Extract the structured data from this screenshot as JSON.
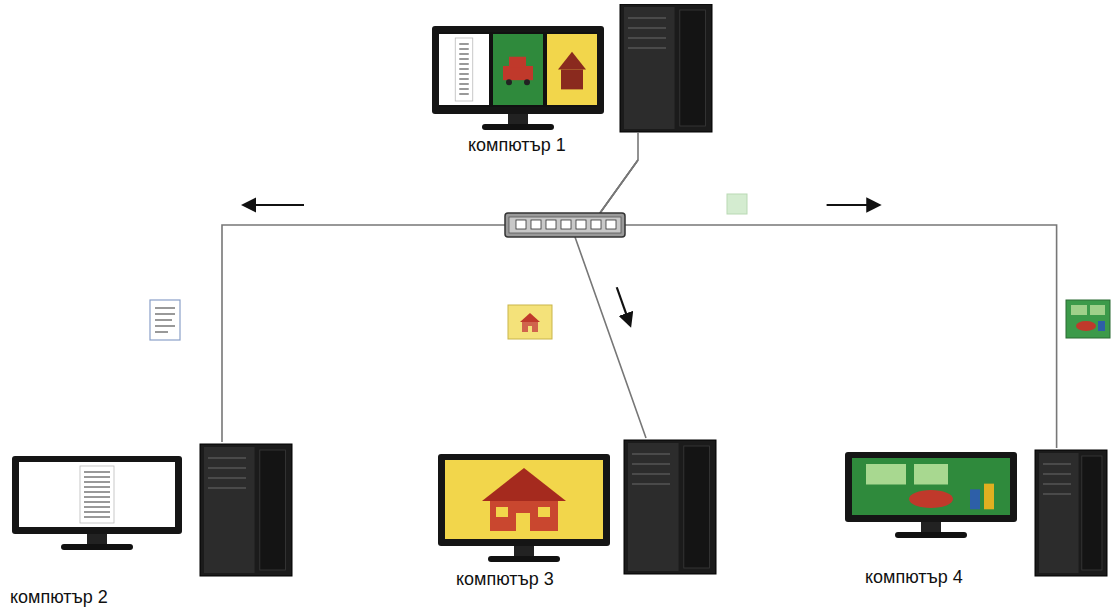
{
  "diagram": {
    "nodes": [
      {
        "text": [
          "компютър 1"
        ]
      },
      {
        "text": [
          "компютър 2"
        ]
      },
      {
        "text": [
          "компютър 3"
        ]
      },
      {
        "text": [
          "компютър 4"
        ]
      }
    ],
    "edges": [
      {
        "from": 0,
        "to": 1,
        "arrow": "to"
      },
      {
        "from": 0,
        "to": 2,
        "arrow": "to"
      },
      {
        "from": 0,
        "to": 3,
        "arrow": "to"
      }
    ]
  }
}
